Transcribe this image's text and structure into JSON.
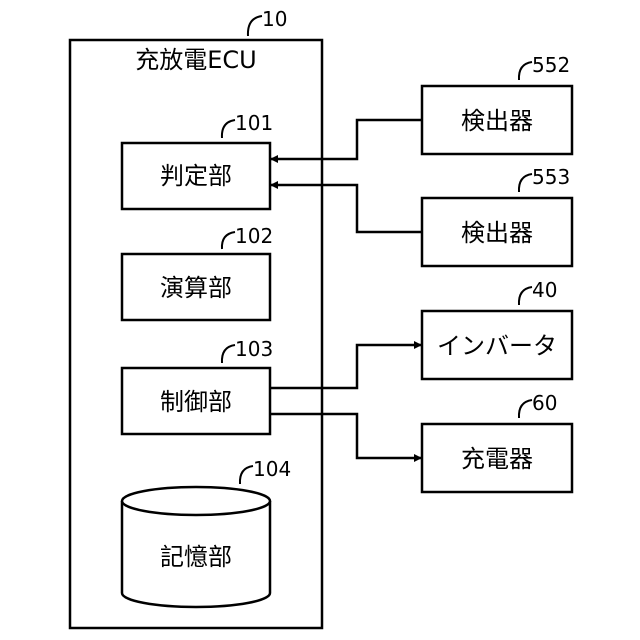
{
  "ecu": {
    "ref": "10",
    "title": "充放電ECU"
  },
  "units": [
    {
      "ref": "101",
      "label": "判定部"
    },
    {
      "ref": "102",
      "label": "演算部"
    },
    {
      "ref": "103",
      "label": "制御部"
    },
    {
      "ref": "104",
      "label": "記憶部"
    }
  ],
  "external": [
    {
      "ref": "552",
      "label": "検出器"
    },
    {
      "ref": "553",
      "label": "検出器"
    },
    {
      "ref": "40",
      "label": "インバータ"
    },
    {
      "ref": "60",
      "label": "充電器"
    }
  ],
  "connections": [
    {
      "from": "552",
      "to": "101"
    },
    {
      "from": "553",
      "to": "101"
    },
    {
      "from": "103",
      "to": "40"
    },
    {
      "from": "103",
      "to": "60"
    }
  ]
}
